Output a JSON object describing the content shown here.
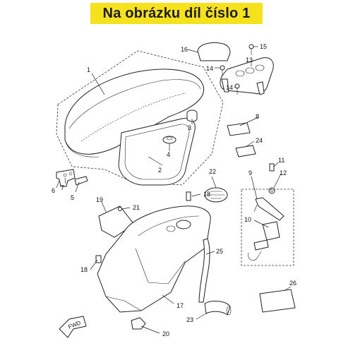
{
  "banner": {
    "text": "Na obrázku díl číslo 1",
    "bg_color": "#f5e21c"
  },
  "fwd_label": "FWD",
  "callouts": [
    "1",
    "2",
    "3",
    "4",
    "5",
    "6",
    "7",
    "8",
    "9",
    "10",
    "11",
    "12",
    "13",
    "14",
    "14",
    "15",
    "16",
    "17",
    "18",
    "18",
    "19",
    "20",
    "21",
    "22",
    "23",
    "24",
    "25",
    "26"
  ]
}
